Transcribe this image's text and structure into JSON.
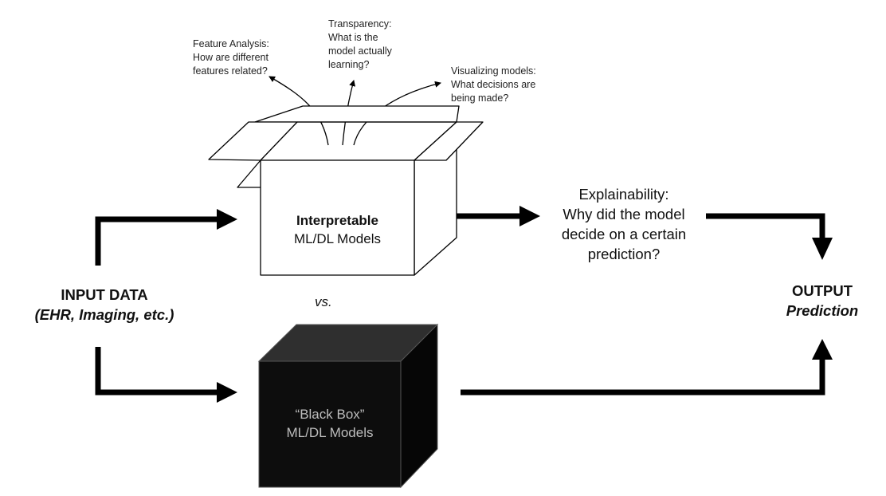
{
  "annotations": {
    "feature_analysis": [
      "Feature Analysis:",
      "How are different",
      "features related?"
    ],
    "transparency": [
      "Transparency:",
      "What is the",
      "model actually",
      "learning?"
    ],
    "visualizing": [
      "Visualizing models:",
      "What decisions are",
      "being made?"
    ]
  },
  "input": {
    "title": "INPUT DATA",
    "subtitle": "(EHR, Imaging, etc.)"
  },
  "interpretable_box": {
    "line1": "Interpretable",
    "line2": "ML/DL Models"
  },
  "versus": "vs.",
  "black_box": {
    "line1": "“Black Box”",
    "line2": "ML/DL Models"
  },
  "explainability": [
    "Explainability:",
    "Why did the model",
    "decide on a certain",
    "prediction?"
  ],
  "output": {
    "title": "OUTPUT",
    "subtitle": "Prediction"
  },
  "colors": {
    "black_box_front": "#0d0d0d",
    "black_box_top": "#2f2f2f",
    "black_box_side": "#060606",
    "black_box_text": "#bdbdbd",
    "stroke": "#000000"
  }
}
